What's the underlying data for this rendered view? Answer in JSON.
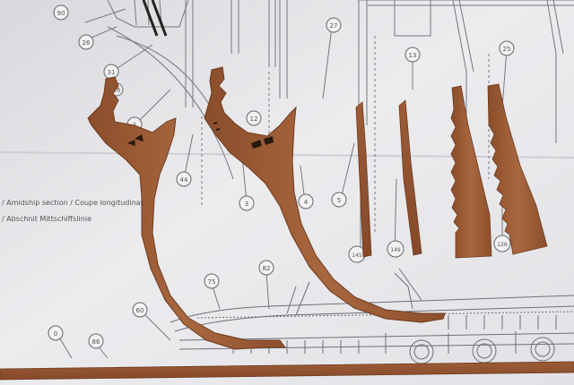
{
  "plan": {
    "caption_line1": "/ Amidship section / Coupe longitudinale",
    "caption_line2": "/ Abschnit Mittschiffslinie",
    "callouts": {
      "c90": "90",
      "c26": "26",
      "c27": "27",
      "c13": "13",
      "c25": "25",
      "c31": "31",
      "c16": "16",
      "c2": "2",
      "c12": "12",
      "c44": "44",
      "c3": "3",
      "c4": "4",
      "c5": "5",
      "c145": "145",
      "c149": "149",
      "c126": "126",
      "c75": "75",
      "c82": "82",
      "c60": "60",
      "c0": "0",
      "c86": "86"
    }
  },
  "colors": {
    "paper": "#e9e9ec",
    "wood": "#9a5a34",
    "wood_dark": "#7a4426",
    "line": "#6f6f74"
  }
}
